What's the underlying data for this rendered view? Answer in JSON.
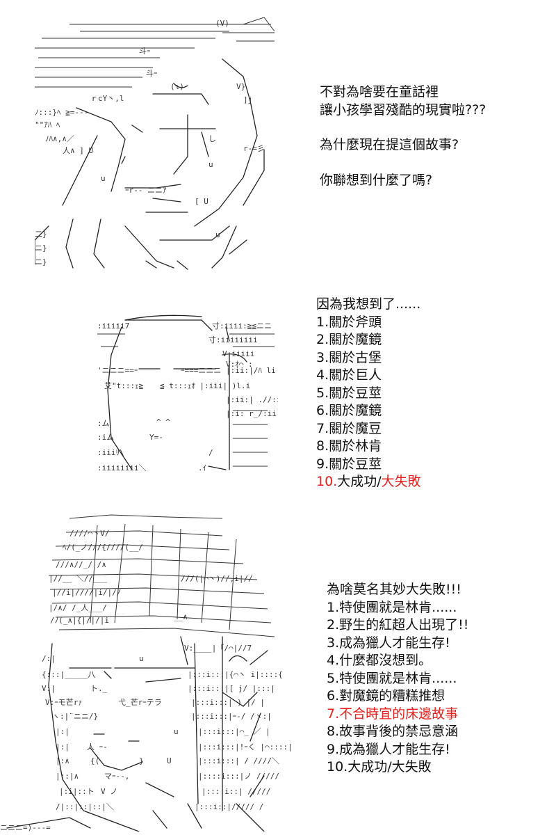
{
  "panel1": {
    "lines": [
      "不對為啥要在童話裡",
      "讓小孩學習殘酷的現實啦???",
      "",
      "為什麼現在提這個故事?",
      "",
      "你聯想到什麼了嗎?"
    ]
  },
  "panel2": {
    "intro": "因為我想到了......",
    "items": [
      {
        "text": "1.關於斧頭",
        "red": false
      },
      {
        "text": "2.關於魔鏡",
        "red": false
      },
      {
        "text": "3.關於古堡",
        "red": false
      },
      {
        "text": "4.關於巨人",
        "red": false
      },
      {
        "text": "5.關於豆莖",
        "red": false
      },
      {
        "text": "6.關於魔鏡",
        "red": false
      },
      {
        "text": "7.關於魔豆",
        "red": false
      },
      {
        "text": "8.關於林肯",
        "red": false
      },
      {
        "text": "9.關於豆莖",
        "red": false
      }
    ],
    "last": {
      "prefix": "10.大成功/",
      "red_tail": "大失敗"
    }
  },
  "panel3": {
    "title": "為啥莫名其妙大失敗!!!",
    "items": [
      {
        "text": "1.特使團就是林肯......",
        "red": false
      },
      {
        "text": "2.野生的紅超人出現了!!",
        "red": false
      },
      {
        "text": "3.成為獵人才能生存!",
        "red": false
      },
      {
        "text": "4.什麼都沒想到。",
        "red": false
      },
      {
        "text": "5.特使團就是林肯......",
        "red": false
      },
      {
        "text": "6.對魔鏡的糟糕推想",
        "red": false
      },
      {
        "text": "7.不合時宜的床邊故事",
        "red": true
      },
      {
        "text": "8.故事背後的禁忌意涵",
        "red": false
      },
      {
        "text": "9.成為獵人才能生存!",
        "red": false
      },
      {
        "text": "10.大成功/大失敗",
        "red": false
      }
    ]
  },
  "colors": {
    "text": "#111111",
    "highlight": "#e8201c",
    "background": "#ffffff"
  }
}
